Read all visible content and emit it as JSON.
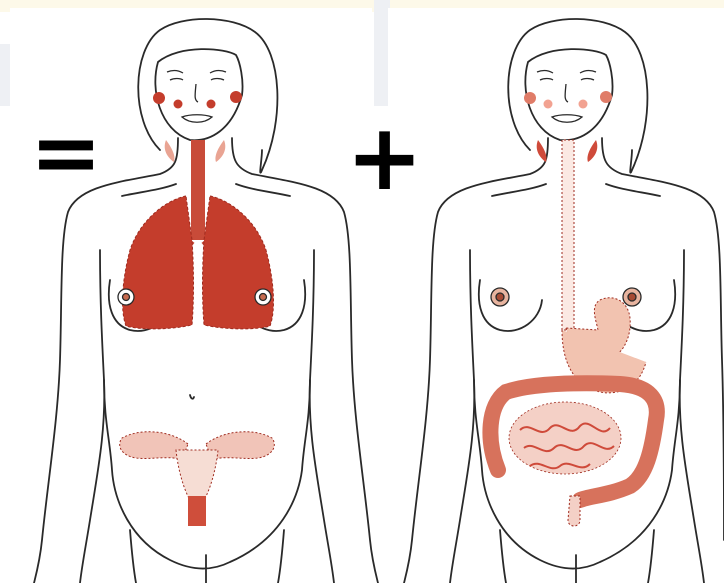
{
  "symbols": {
    "equals": "=",
    "plus": "+"
  },
  "colors": {
    "background": "#ffffff",
    "top_banner": "#fdf9e9",
    "gray_band": "#eef0f4",
    "outline": "#2a2a2a",
    "lungs": "#c43d2c",
    "lungs_edge": "#9f2b1f",
    "trachea": "#c84b39",
    "reproductive": "#f1c4b8",
    "reproductive_dark": "#cf4e3b",
    "stomach": "#f2c3b0",
    "small_intestine": "#f4d0c6",
    "large_intestine": "#d7725c",
    "mucosa_light": "#f2a291",
    "mucosa_dark": "#cf4a3a",
    "nipple": "#c66a4e"
  },
  "figures": [
    {
      "name": "left-figure",
      "organ_systems": [
        "lungs",
        "trachea",
        "reproductive"
      ]
    },
    {
      "name": "right-figure",
      "organ_systems": [
        "esophagus",
        "stomach",
        "intestines"
      ]
    }
  ]
}
